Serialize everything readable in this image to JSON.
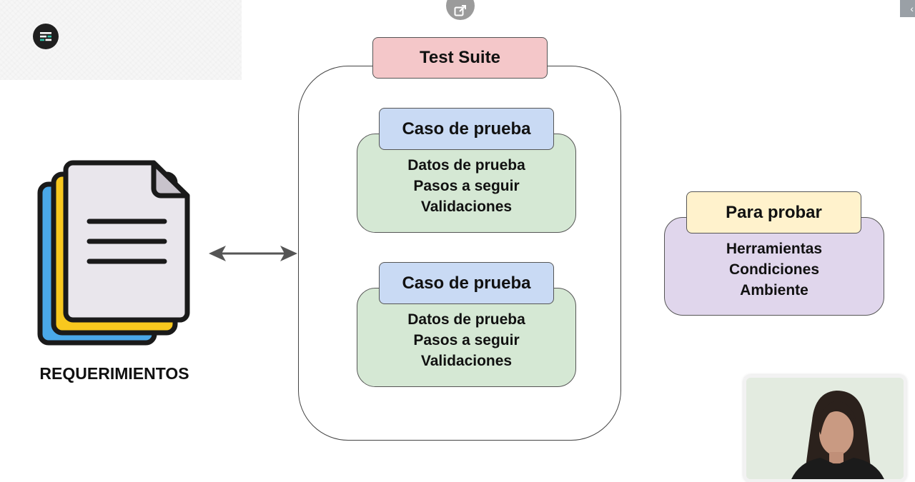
{
  "app": {
    "logo_icon": "app-logo-icon"
  },
  "toolbar": {
    "popout_icon": "popout-icon",
    "corner_icon": "chevron-left-icon",
    "corner_glyph": "‹"
  },
  "diagram": {
    "test_suite": {
      "label": "Test Suite"
    },
    "cases": [
      {
        "title": "Caso de prueba",
        "lines": [
          "Datos de prueba",
          "Pasos a seguir",
          "Validaciones"
        ]
      },
      {
        "title": "Caso de prueba",
        "lines": [
          "Datos de prueba",
          "Pasos a seguir",
          "Validaciones"
        ]
      }
    ],
    "para_probar": {
      "title": "Para probar",
      "lines": [
        "Herramientas",
        "Condiciones",
        "Ambiente"
      ]
    },
    "requirements": {
      "label": "REQUERIMIENTOS",
      "icon": "documents-stack-icon"
    },
    "arrow_icon": "double-arrow-icon"
  },
  "colors": {
    "test_suite_tab": "#f4c7c9",
    "case_tab": "#c9daf4",
    "case_panel": "#d5e8d4",
    "probar_tab": "#fff2cc",
    "probar_panel": "#e0d6ec"
  },
  "webcam": {
    "description_icon": "presenter-video-icon"
  }
}
